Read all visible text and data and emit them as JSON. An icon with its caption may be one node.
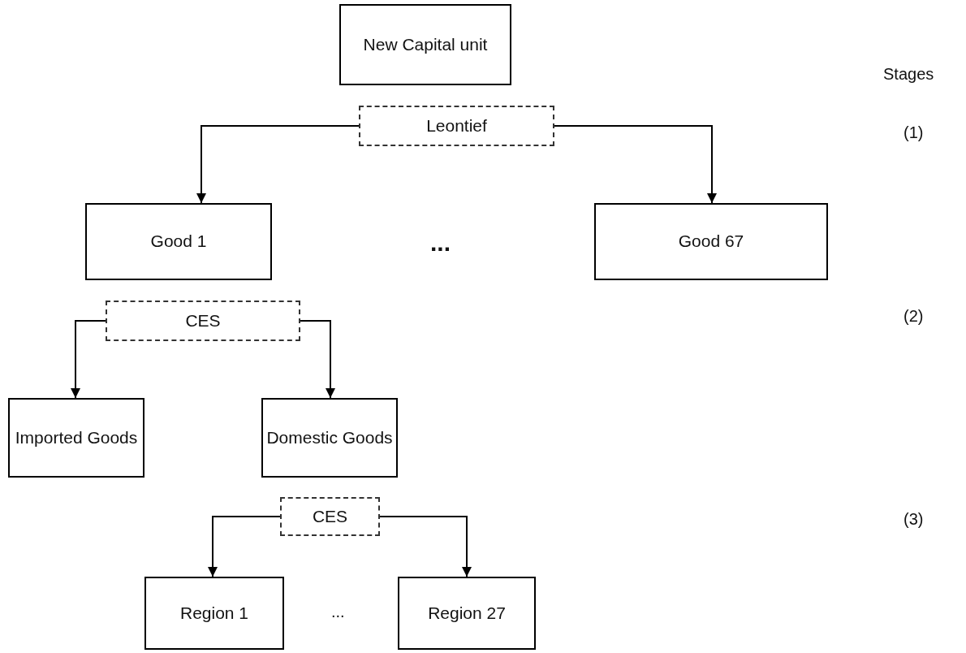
{
  "diagram": {
    "nodes": [
      {
        "text": [
          "New Capital unit"
        ]
      },
      {
        "text": [
          "Leontief"
        ]
      },
      {
        "text": [
          "Good 1"
        ]
      },
      {
        "text": [
          "Good 67"
        ]
      },
      {
        "text": [
          "CES"
        ]
      },
      {
        "text": [
          "Imported Goods"
        ]
      },
      {
        "text": [
          "Domestic Goods"
        ]
      },
      {
        "text": [
          "CES"
        ]
      },
      {
        "text": [
          "Region 1"
        ]
      },
      {
        "text": [
          "Region 27"
        ]
      }
    ],
    "edges": [
      {
        "from": 1,
        "to": 2,
        "arrow": "to"
      },
      {
        "from": 1,
        "to": 3,
        "arrow": "to"
      },
      {
        "from": 4,
        "to": 5,
        "arrow": "to"
      },
      {
        "from": 4,
        "to": 6,
        "arrow": "to"
      },
      {
        "from": 7,
        "to": 8,
        "arrow": "to"
      },
      {
        "from": 7,
        "to": 9,
        "arrow": "to"
      }
    ],
    "labels": [
      "Stages",
      "(1)",
      "...",
      "(2)",
      "(3)",
      "..."
    ]
  }
}
